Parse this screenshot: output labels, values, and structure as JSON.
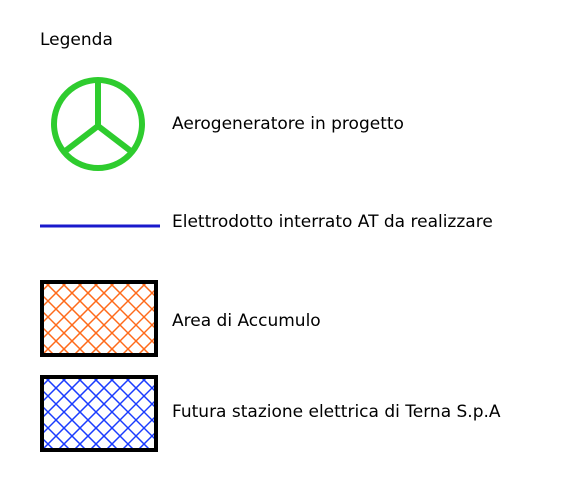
{
  "legend": {
    "title": "Legenda",
    "items": [
      {
        "id": "wind",
        "label": "Aerogeneratore in progetto",
        "symbol": "wind-turbine-icon",
        "color": "#2ecc2e"
      },
      {
        "id": "line",
        "label": "Elettrodotto interrato AT da realizzare",
        "symbol": "power-line",
        "color": "#1a1acc"
      },
      {
        "id": "storage",
        "label": "Area di Accumulo",
        "symbol": "hatched-area",
        "color": "#ff6a1a"
      },
      {
        "id": "station",
        "label": "Futura stazione elettrica di Terna S.p.A",
        "symbol": "hatched-area",
        "color": "#1a3cff"
      }
    ]
  }
}
